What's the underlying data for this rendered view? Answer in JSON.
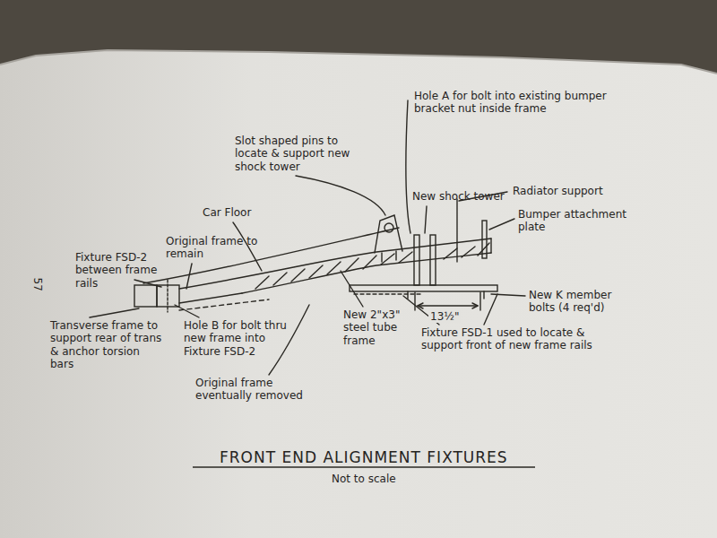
{
  "diagram": {
    "title": "FRONT END ALIGNMENT FIXTURES",
    "caption": "Not to scale",
    "labels": [
      "57",
      "Slot shaped pins to locate & support new shock tower",
      "Hole A for bolt into existing bumper bracket nut inside frame",
      "New shock tower",
      "Radiator support",
      "Car Floor",
      "Bumper attachment plate",
      "Original frame to remain",
      "Fixture FSD-2 between frame rails",
      "Transverse frame to support rear of trans & anchor torsion bars",
      "Hole B for bolt thru new frame into Fixture FSD-2",
      "New 2\"x3\" steel tube frame",
      "13½\"",
      "New K member bolts (4 req'd)",
      "Fixture FSD-1 used to locate & support front of new frame rails",
      "Original frame eventually removed"
    ]
  }
}
